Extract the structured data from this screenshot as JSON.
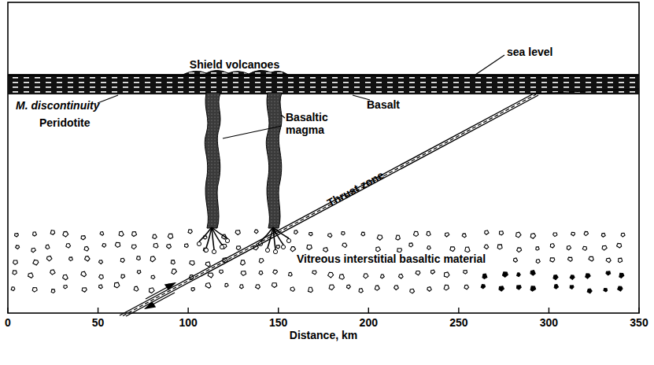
{
  "diagram": {
    "labels": [
      "Shield volcanoes",
      "sea level",
      "M. discontinuity",
      "Basalt",
      "Peridotite",
      "Basaltic magma",
      "Thrust zone",
      "Vitreous interstitial basaltic material",
      "0",
      "50",
      "100",
      "150",
      "200",
      "250",
      "300",
      "350",
      "Distance, km"
    ]
  }
}
